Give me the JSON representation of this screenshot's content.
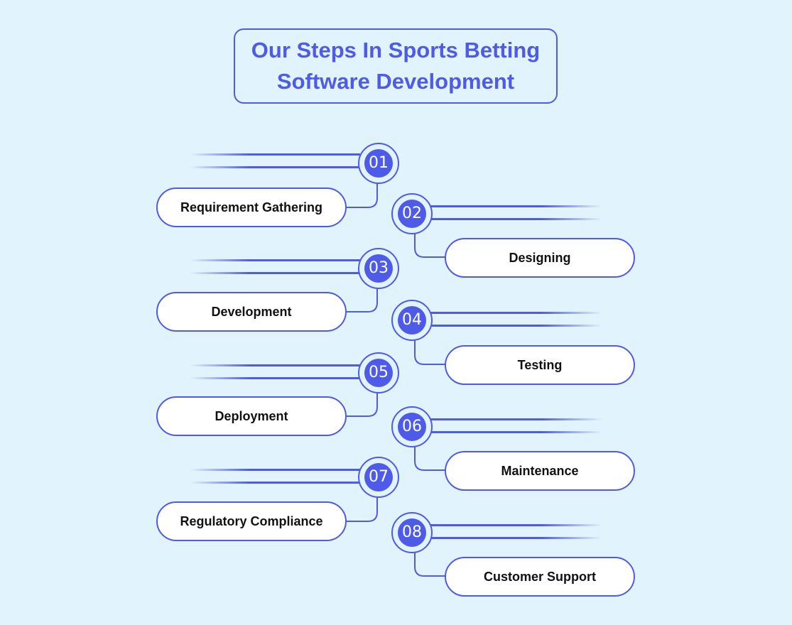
{
  "title": {
    "line1": "Our Steps In Sports Betting",
    "line2": "Software Development"
  },
  "steps": [
    {
      "number": "01",
      "label": "Requirement Gathering"
    },
    {
      "number": "02",
      "label": "Designing"
    },
    {
      "number": "03",
      "label": "Development"
    },
    {
      "number": "04",
      "label": "Testing"
    },
    {
      "number": "05",
      "label": "Deployment"
    },
    {
      "number": "06",
      "label": "Maintenance"
    },
    {
      "number": "07",
      "label": "Regulatory Compliance"
    },
    {
      "number": "08",
      "label": "Customer Support"
    }
  ],
  "colors": {
    "background": "#e1f3fc",
    "accent": "#4e5ae8",
    "pill_fill": "#ffffff",
    "text": "#111111"
  }
}
